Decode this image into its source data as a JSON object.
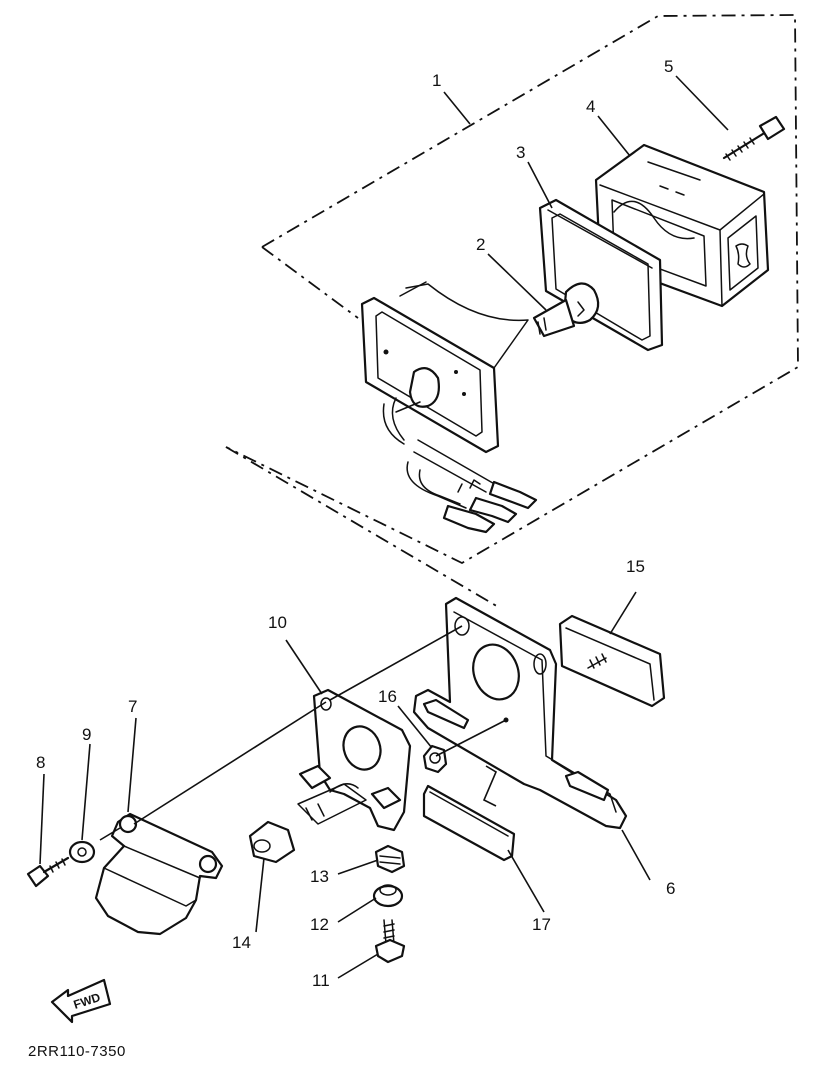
{
  "diagram_code": "2RR110-7350",
  "fwd_label": "FWD",
  "callouts": {
    "c1": "1",
    "c2": "2",
    "c3": "3",
    "c4": "4",
    "c5": "5",
    "c6": "6",
    "c7": "7",
    "c8": "8",
    "c9": "9",
    "c10": "10",
    "c11": "11",
    "c12": "12",
    "c13": "13",
    "c14": "14",
    "c15": "15",
    "c16": "16",
    "c17": "17"
  }
}
